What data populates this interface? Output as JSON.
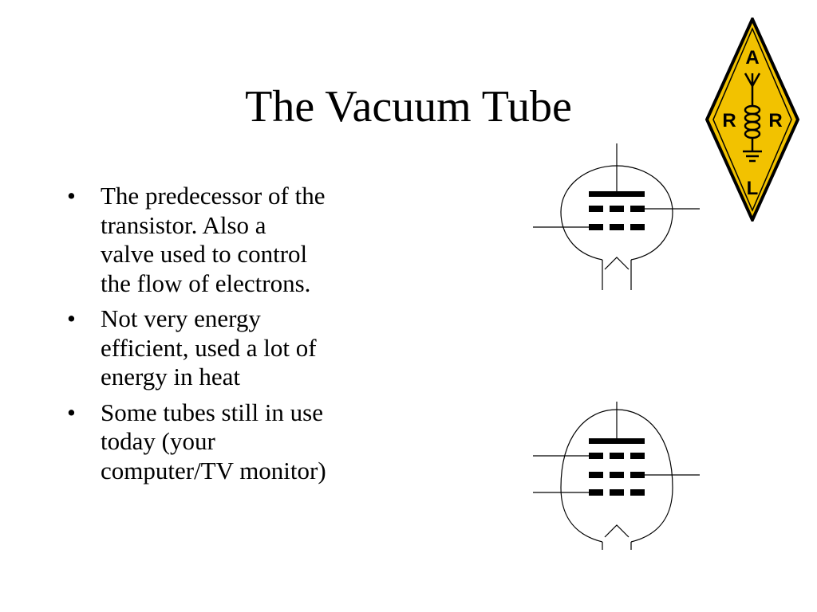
{
  "slide": {
    "title": "The Vacuum Tube",
    "bullets": [
      {
        "marker": "•",
        "lines": [
          "The predecessor of the",
          "transistor.  Also a",
          "valve used to control",
          "the flow of electrons."
        ]
      },
      {
        "marker": "•",
        "lines": [
          "Not very energy",
          "efficient, used a lot of",
          "energy in heat"
        ]
      },
      {
        "marker": "•",
        "lines": [
          "Some tubes still in use",
          "today (your",
          "computer/TV monitor)"
        ]
      }
    ]
  },
  "logo": {
    "letters": {
      "top": "A",
      "left": "R",
      "right": "R",
      "bottom": "L"
    },
    "colors": {
      "fill": "#F2C200",
      "border": "#000000",
      "letters": "#000000"
    }
  },
  "diagrams": {
    "top_tube": {
      "icon": "vacuum-tube-triode-icon"
    },
    "bottom_tube": {
      "icon": "vacuum-tube-tetrode-icon"
    }
  }
}
